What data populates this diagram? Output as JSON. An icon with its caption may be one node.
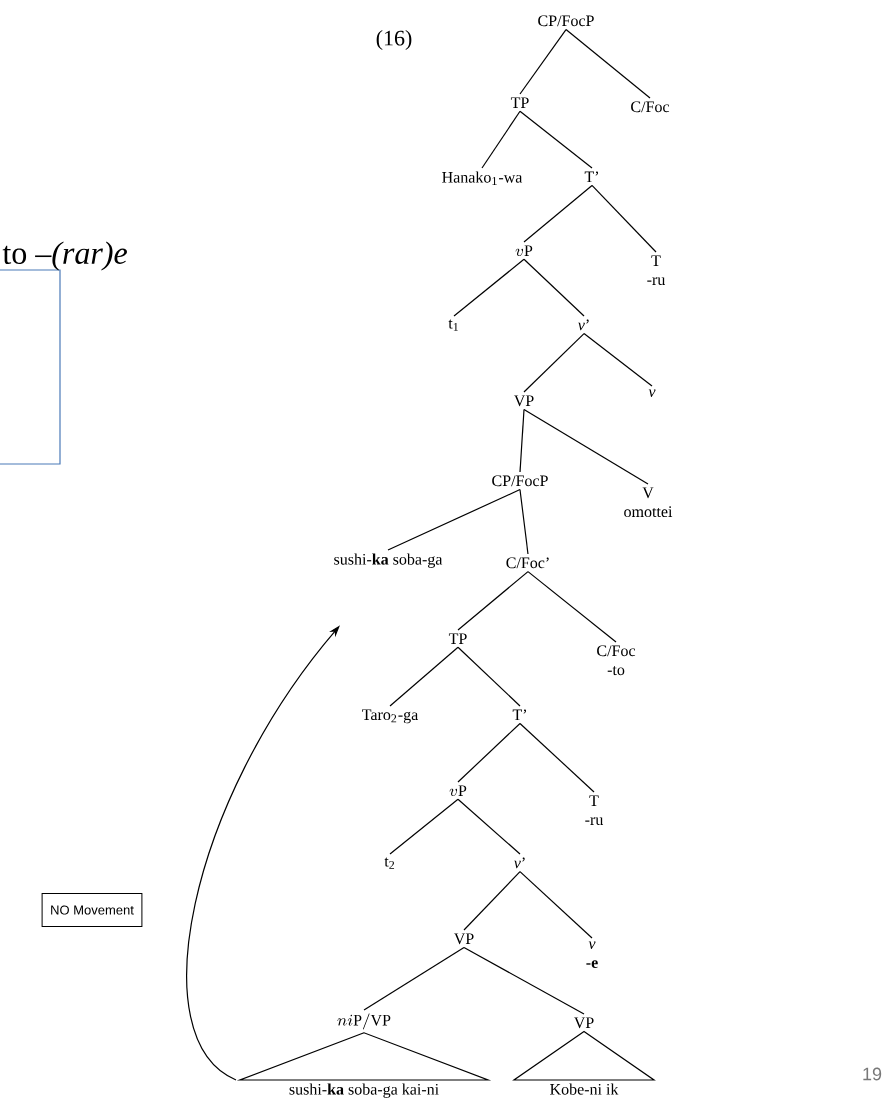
{
  "diagram": {
    "nodes": [
      {
        "text": [
          "CP/FocP"
        ]
      },
      {
        "text": [
          "TP"
        ]
      },
      {
        "text": [
          "C/Foc"
        ]
      },
      {
        "text": [
          "Hanako$_{1}$-wa"
        ]
      },
      {
        "text": [
          "T’"
        ]
      },
      {
        "text": [
          "v\\mathrm{P}"
        ]
      },
      {
        "text": [
          "T",
          "-ru"
        ]
      },
      {
        "text": [
          "t$_{1}$"
        ]
      },
      {
        "text": [
          "*v*’"
        ]
      },
      {
        "text": [
          "VP"
        ]
      },
      {
        "text": [
          "*v*"
        ]
      },
      {
        "text": [
          "CP/FocP"
        ]
      },
      {
        "text": [
          "V",
          "omottei"
        ]
      },
      {
        "text": [
          "sushi-**ka** soba-ga"
        ]
      },
      {
        "text": [
          "C/Foc’"
        ]
      },
      {
        "text": [
          "TP"
        ]
      },
      {
        "text": [
          "C/Foc",
          "-to"
        ]
      },
      {
        "text": [
          "Taro$_{2}$-ga"
        ]
      },
      {
        "text": [
          "T’"
        ]
      },
      {
        "text": [
          "v\\mathrm{P}"
        ]
      },
      {
        "text": [
          "T",
          "-ru"
        ]
      },
      {
        "text": [
          "t$_{2}$"
        ]
      },
      {
        "text": [
          "*v*’"
        ]
      },
      {
        "text": [
          "VP"
        ]
      },
      {
        "text": [
          "*v*",
          "-e"
        ]
      },
      {
        "text": [
          "ni\\mathrm{P/VP}"
        ]
      },
      {
        "text": [
          "VP"
        ]
      },
      {
        "text": [
          "sushi-**ka** soba-ga kai-ni"
        ]
      },
      {
        "text": [
          "Kobe-ni ik"
        ]
      },
      {
        "text": [
          "NO Movement"
        ]
      }
    ],
    "edges": [
      {
        "from": 0,
        "to": 1,
        "arrow": "none"
      },
      {
        "from": 0,
        "to": 2,
        "arrow": "none"
      },
      {
        "from": 1,
        "to": 3,
        "arrow": "none"
      },
      {
        "from": 1,
        "to": 4,
        "arrow": "none"
      },
      {
        "from": 4,
        "to": 5,
        "arrow": "none"
      },
      {
        "from": 4,
        "to": 6,
        "arrow": "none"
      },
      {
        "from": 5,
        "to": 7,
        "arrow": "none"
      },
      {
        "from": 5,
        "to": 8,
        "arrow": "none"
      },
      {
        "from": 8,
        "to": 9,
        "arrow": "none"
      },
      {
        "from": 8,
        "to": 10,
        "arrow": "none"
      },
      {
        "from": 9,
        "to": 11,
        "arrow": "none"
      },
      {
        "from": 9,
        "to": 12,
        "arrow": "none"
      },
      {
        "from": 11,
        "to": 13,
        "arrow": "none"
      },
      {
        "from": 11,
        "to": 14,
        "arrow": "none"
      },
      {
        "from": 14,
        "to": 15,
        "arrow": "none"
      },
      {
        "from": 14,
        "to": 16,
        "arrow": "none"
      },
      {
        "from": 15,
        "to": 17,
        "arrow": "none"
      },
      {
        "from": 15,
        "to": 18,
        "arrow": "none"
      },
      {
        "from": 18,
        "to": 19,
        "arrow": "none"
      },
      {
        "from": 18,
        "to": 20,
        "arrow": "none"
      },
      {
        "from": 19,
        "to": 21,
        "arrow": "none"
      },
      {
        "from": 19,
        "to": 22,
        "arrow": "none"
      },
      {
        "from": 22,
        "to": 23,
        "arrow": "none"
      },
      {
        "from": 22,
        "to": 24,
        "arrow": "none"
      },
      {
        "from": 23,
        "to": 25,
        "arrow": "none"
      },
      {
        "from": 23,
        "to": 26,
        "arrow": "none"
      },
      {
        "from": 25,
        "to": 27,
        "arrow": "none"
      },
      {
        "from": 26,
        "to": 28,
        "arrow": "none"
      },
      {
        "from": 27,
        "to": 13,
        "arrow": "to"
      }
    ],
    "labels": [
      "(16)",
      "to –*(rar)e*",
      "19"
    ]
  }
}
